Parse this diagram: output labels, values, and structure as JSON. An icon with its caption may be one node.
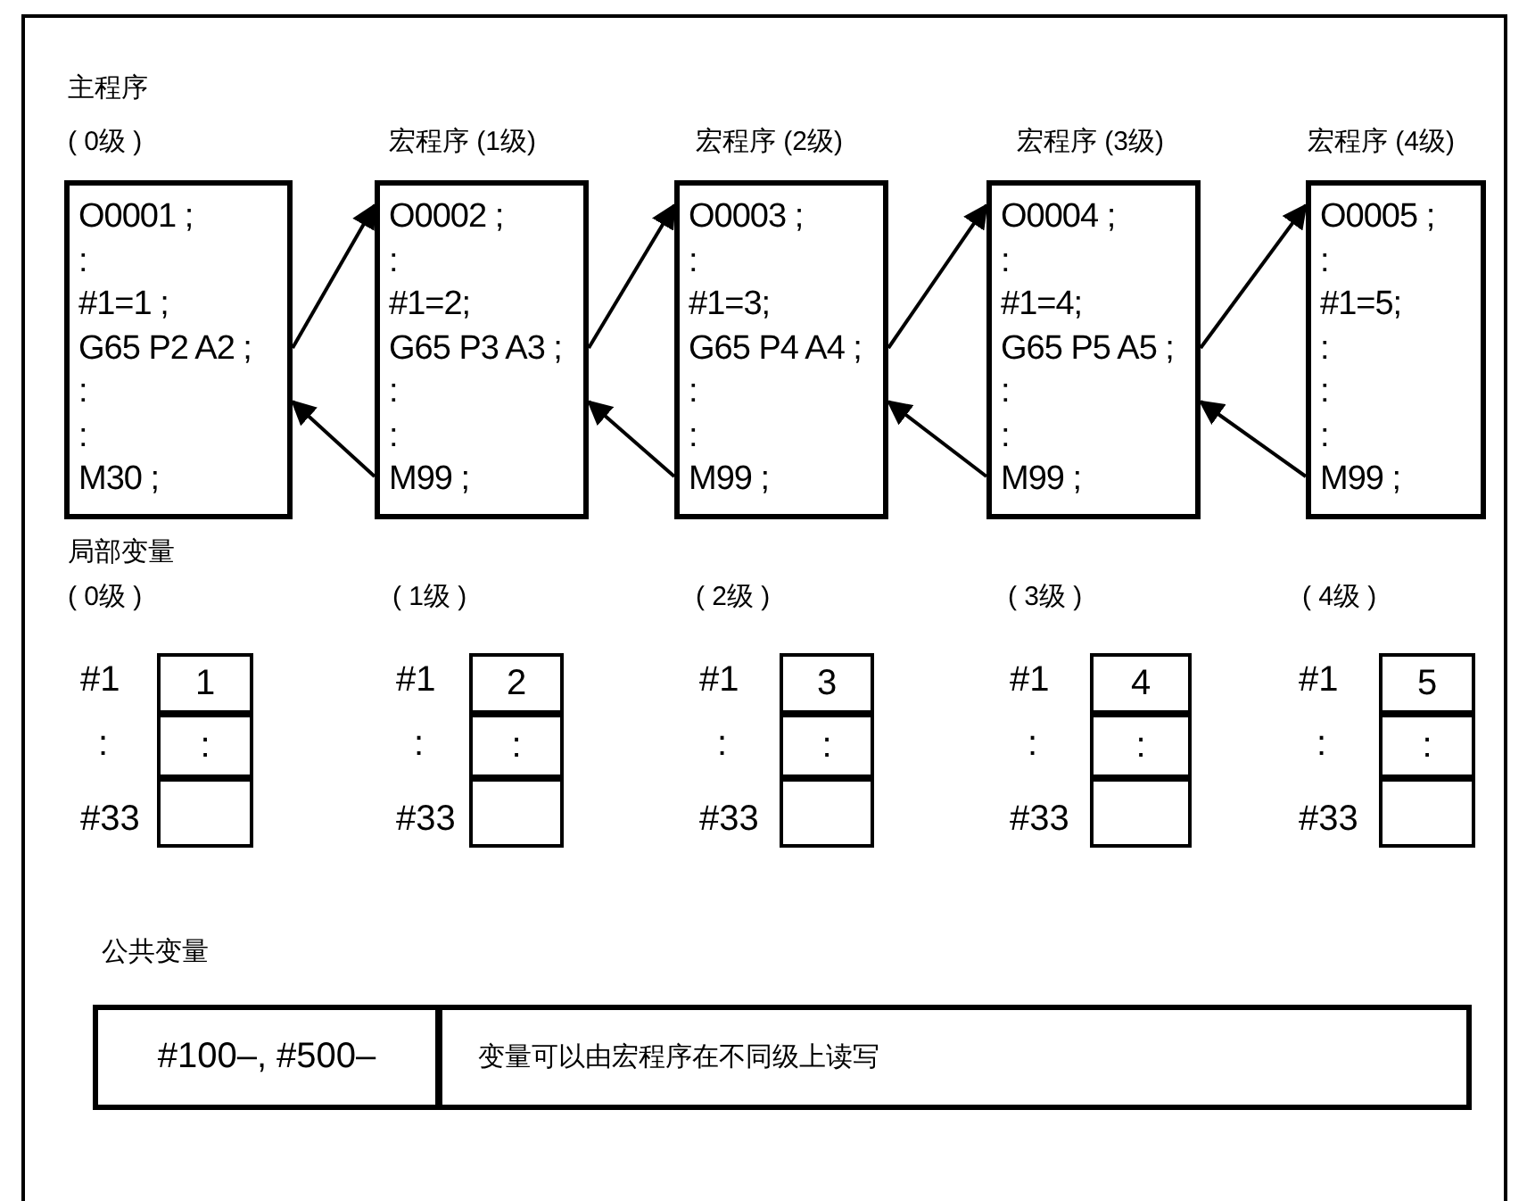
{
  "diagram": {
    "nodes": [
      {
        "text": [
          "主程序",
          "( 0级 )",
          "O0001 ;",
          ":",
          "#1=1 ;",
          "G65 P2 A2 ;",
          ":",
          ":",
          "M30 ;"
        ]
      },
      {
        "text": [
          "宏程序 (1级)",
          "O0002 ;",
          ":",
          "#1=2;",
          "G65 P3 A3 ;",
          ":",
          ":",
          "M99 ;"
        ]
      },
      {
        "text": [
          "宏程序 (2级)",
          "O0003 ;",
          ":",
          "#1=3;",
          "G65 P4 A4 ;",
          ":",
          ":",
          "M99 ;"
        ]
      },
      {
        "text": [
          "宏程序 (3级)",
          "O0004 ;",
          ":",
          "#1=4;",
          "G65 P5 A5 ;",
          ":",
          ":",
          "M99 ;"
        ]
      },
      {
        "text": [
          "宏程序 (4级)",
          "O0005 ;",
          ":",
          "#1=5;",
          ":",
          ":",
          ":",
          "M99 ;"
        ]
      },
      {
        "text": [
          "1"
        ]
      },
      {
        "text": [
          ":"
        ]
      },
      {
        "text": [],
        "shape": "box"
      },
      {
        "text": [
          "2"
        ]
      },
      {
        "text": [
          ":"
        ]
      },
      {
        "text": [],
        "shape": "box"
      },
      {
        "text": [
          "3"
        ]
      },
      {
        "text": [
          ":"
        ]
      },
      {
        "text": [],
        "shape": "box"
      },
      {
        "text": [
          "4"
        ]
      },
      {
        "text": [
          ":"
        ]
      },
      {
        "text": [],
        "shape": "box"
      },
      {
        "text": [
          "5"
        ]
      },
      {
        "text": [
          ":"
        ]
      },
      {
        "text": [],
        "shape": "box"
      },
      {
        "text": [
          "#100–, #500–"
        ]
      },
      {
        "text": [
          "变量可以由宏程序在不同级上读写"
        ]
      }
    ],
    "edges": [
      {
        "from": 0,
        "to": 1,
        "arrow": "to"
      },
      {
        "from": 1,
        "to": 0,
        "arrow": "to"
      },
      {
        "from": 1,
        "to": 2,
        "arrow": "to"
      },
      {
        "from": 2,
        "to": 1,
        "arrow": "to"
      },
      {
        "from": 2,
        "to": 3,
        "arrow": "to"
      },
      {
        "from": 3,
        "to": 2,
        "arrow": "to"
      },
      {
        "from": 3,
        "to": 4,
        "arrow": "to"
      },
      {
        "from": 4,
        "to": 3,
        "arrow": "to"
      }
    ],
    "labels": [
      "局部变量",
      "( 0级 )",
      "( 1级 )",
      "( 2级 )",
      "( 3级 )",
      "( 4级 )",
      "#1",
      ":",
      "#33",
      "#1",
      ":",
      "#33",
      "#1",
      ":",
      "#33",
      "#1",
      ":",
      "#33",
      "#1",
      ":",
      "#33",
      "公共变量"
    ]
  }
}
